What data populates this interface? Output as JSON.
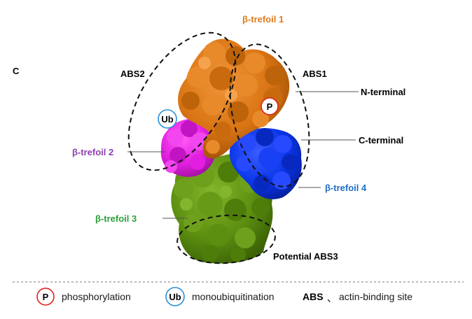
{
  "panel_label": "C",
  "labels": {
    "trefoil1": "β-trefoil 1",
    "trefoil2": "β-trefoil 2",
    "trefoil3": "β-trefoil 3",
    "trefoil4": "β-trefoil 4",
    "abs1": "ABS1",
    "abs2": "ABS2",
    "abs3": "Potential ABS3",
    "n_terminal": "N-terminal",
    "c_terminal": "C-terminal"
  },
  "markers": {
    "phospho": "P",
    "ubiquitin": "Ub"
  },
  "legend": {
    "phospho_symbol": "P",
    "phospho_text": "phosphorylation",
    "ub_symbol": "Ub",
    "ub_text": "monoubiquitination",
    "abs_abbrev": "ABS",
    "abs_sep": "、",
    "abs_text": "actin-binding site"
  },
  "colors": {
    "trefoil1": "#d97413",
    "trefoil2": "#e21fe0",
    "trefoil3": "#5c8f10",
    "trefoil4": "#0a36e8",
    "label1": "#e07b1e",
    "label2": "#8e3fb0",
    "label3": "#2aa13a",
    "label4": "#1f6fc8",
    "phospho_ring": "#e02020",
    "ub_ring": "#2a8fd8"
  }
}
